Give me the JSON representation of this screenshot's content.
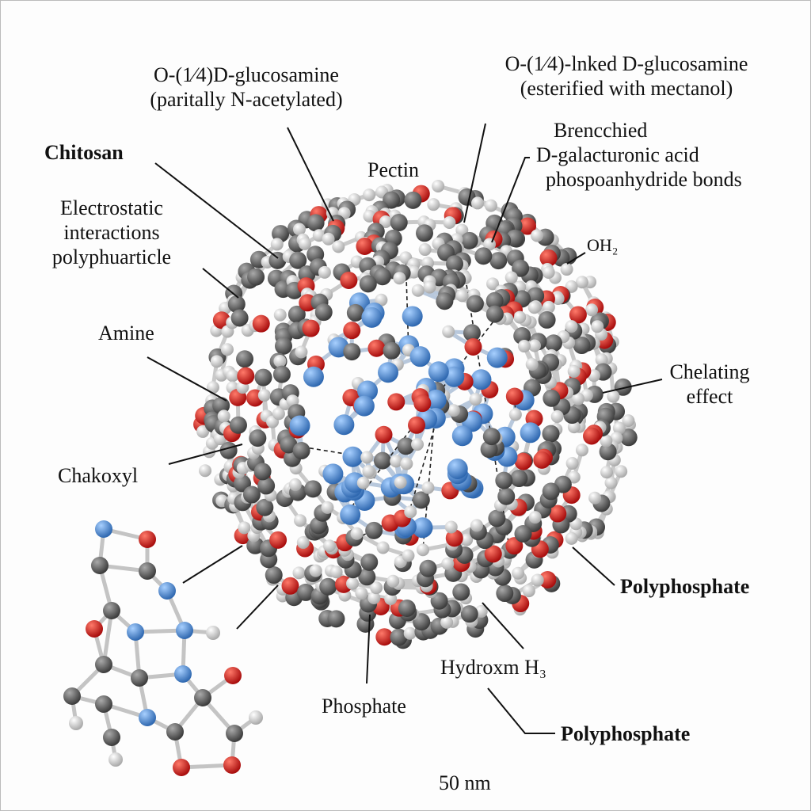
{
  "labels": {
    "glucosamine_1_line1": "O-(1⁄4)D-glucosamine",
    "glucosamine_1_line2": "(paritally N-acetylated)",
    "glucosamine_2_line1": "O-(1⁄4)-lnked D-glucosamine",
    "glucosamine_2_line2": "(esterified with mectanol)",
    "branched_line1": "Brencchied",
    "branched_line2": "D-galacturonic acid",
    "branched_line3": "phospoanhydride bonds",
    "chitosan": "Chitosan",
    "pectin": "Pectin",
    "electrostatic_line1": "Electrostatic",
    "electrostatic_line2": "interactions",
    "electrostatic_line3": "polyphuarticle",
    "oh2": "OH₂",
    "amine": "Amine",
    "chelating_line1": "Chelating",
    "chelating_line2": "effect",
    "chakoxyl": "Chakoxyl",
    "polyphosphate_1": "Polyphosphate",
    "hydroxm": "Hydroxm H₃",
    "phosphate": "Phosphate",
    "polyphosphate_2": "Polyphosphate",
    "scale": "50 nm"
  },
  "colors": {
    "carbon": "#5a5a5a",
    "hydrogen": "#d8d8d8",
    "oxygen": "#d42020",
    "nitrogen": "#4a8ad8"
  }
}
